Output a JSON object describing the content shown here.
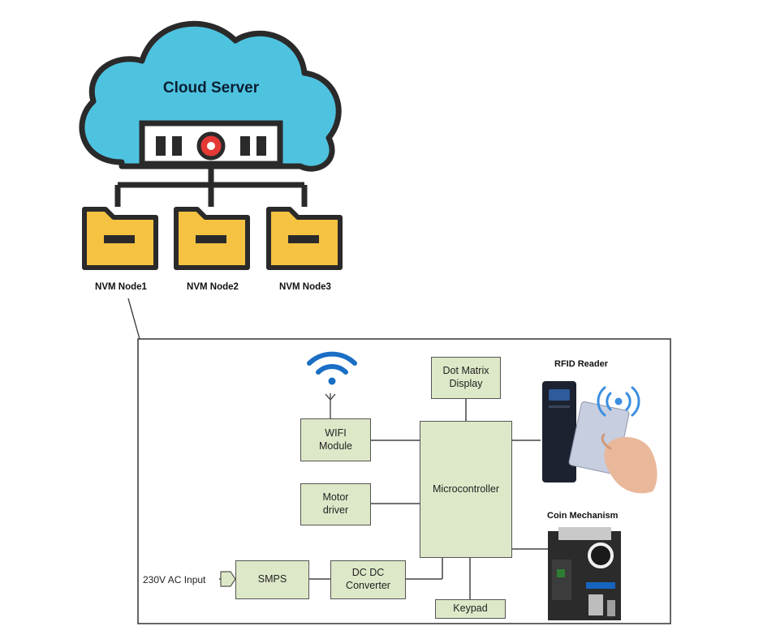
{
  "cloud": {
    "title": "Cloud Server",
    "nodes": [
      "NVM Node1",
      "NVM Node2",
      "NVM Node3"
    ],
    "icons": [
      "cloud-icon",
      "server-rack-icon",
      "folder-icon"
    ]
  },
  "blocks": {
    "dot_matrix": "Dot Matrix\nDisplay",
    "wifi": "WIFI\nModule",
    "microcontroller": "Microcontroller",
    "motor": "Motor\ndriver",
    "smps": "SMPS",
    "dcdc": "DC DC\nConverter",
    "keypad": "Keypad"
  },
  "labels": {
    "power_input": "230V AC Input",
    "rfid": "RFID Reader",
    "coin": "Coin Mechanism"
  },
  "colors": {
    "cloud": "#4ec3e0",
    "folder": "#f5c242",
    "wifi": "#1a6fc4",
    "block_fill": "#dde8c8",
    "outline": "#2a2a2a",
    "server_accent": "#e53935"
  }
}
